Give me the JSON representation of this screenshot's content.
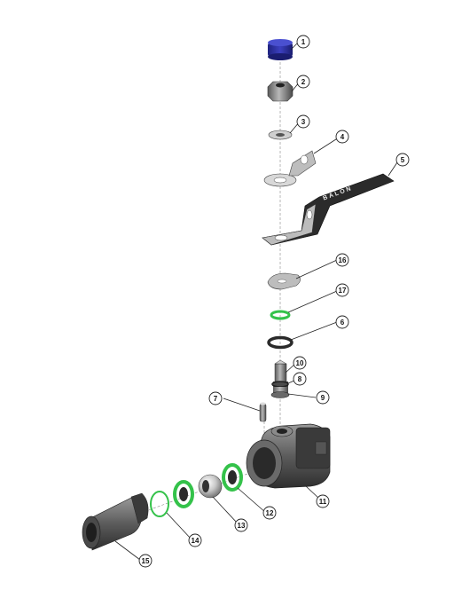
{
  "diagram": {
    "handle_brand": "BALON",
    "callouts": [
      {
        "number": "1",
        "part": "cap"
      },
      {
        "number": "2",
        "part": "nut"
      },
      {
        "number": "3",
        "part": "washer"
      },
      {
        "number": "4",
        "part": "stop-plate"
      },
      {
        "number": "5",
        "part": "handle"
      },
      {
        "number": "6",
        "part": "gland-seal"
      },
      {
        "number": "7",
        "part": "pin"
      },
      {
        "number": "8",
        "part": "stem-o-ring"
      },
      {
        "number": "9",
        "part": "stem-seal"
      },
      {
        "number": "10",
        "part": "stem"
      },
      {
        "number": "11",
        "part": "body"
      },
      {
        "number": "12",
        "part": "seat-right"
      },
      {
        "number": "13",
        "part": "ball"
      },
      {
        "number": "14",
        "part": "seat-left"
      },
      {
        "number": "15",
        "part": "end-connector"
      },
      {
        "number": "16",
        "part": "stop-washer"
      },
      {
        "number": "17",
        "part": "o-ring"
      }
    ],
    "colors": {
      "cap": "#2f33a8",
      "seal_green": "#34c24a",
      "metal": "#8a8a8a",
      "dark": "#3a3a3a",
      "handle": "#2b2b2b"
    }
  }
}
